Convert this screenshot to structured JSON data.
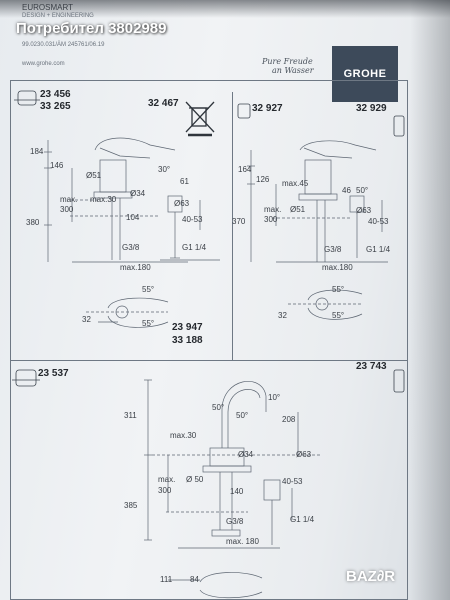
{
  "watermark": {
    "text": "Потребител 3802989"
  },
  "header": {
    "line1": "EUROSMART",
    "line2": "DESIGN + ENGINEERING",
    "line3": "99.0230.031/ÄM 245761/06.19",
    "website": "www.grohe.com"
  },
  "brand": {
    "tagline_1": "Pure Freude",
    "tagline_2": "an Wasser",
    "logo": "GROHE"
  },
  "panels": {
    "top_left": {
      "codes": [
        "23 456",
        "33 265"
      ],
      "code_right": "32 467",
      "dims": {
        "d184": "184",
        "d146": "146",
        "d30deg": "30°",
        "d61": "61",
        "dia51": "Ø51",
        "dia34": "Ø34",
        "max30": "max.30",
        "max": "max.",
        "d300": "300",
        "d380": "380",
        "d104": "104",
        "dia63": "Ø63",
        "d40_53": "40-53",
        "g38": "G3/8",
        "g114": "G1 1/4",
        "max180": "max.180",
        "d55a": "55°",
        "d55b": "55°",
        "d32": "32"
      },
      "bottom_codes": [
        "23 947",
        "33 188"
      ]
    },
    "top_right": {
      "code_left": "32 927",
      "code_right": "32 929",
      "dims": {
        "d164": "164",
        "d126": "126",
        "max45": "max.45",
        "d46": "46",
        "d50deg": "50°",
        "dia51": "Ø51",
        "dia63": "Ø63",
        "max": "max.",
        "d300": "300",
        "d370": "370",
        "d40_53": "40-53",
        "g38": "G3/8",
        "g114": "G1 1/4",
        "max180": "max.180",
        "d55a": "55°",
        "d55b": "55°",
        "d32": "32"
      }
    },
    "bottom": {
      "code_left": "23 537",
      "code_right": "23 743",
      "dims": {
        "d311": "311",
        "d208": "208",
        "d10deg": "10°",
        "d50a": "50°",
        "d50b": "50°",
        "max30": "max.30",
        "dia34": "Ø34",
        "dia63": "Ø63",
        "dia50": "Ø 50",
        "max": "max.",
        "d300": "300",
        "d140": "140",
        "d385": "385",
        "d40_53": "40-53",
        "g38": "G3/8",
        "g114": "G1 1/4",
        "max180": "max. 180",
        "d111": "111",
        "d84": "84"
      }
    }
  },
  "site_badge": {
    "text": "BAZ∂R"
  },
  "colors": {
    "paper": "#eef1f4",
    "ink": "#2c3036",
    "line": "#6e7884",
    "logo_bg": "#3d4a5a"
  }
}
